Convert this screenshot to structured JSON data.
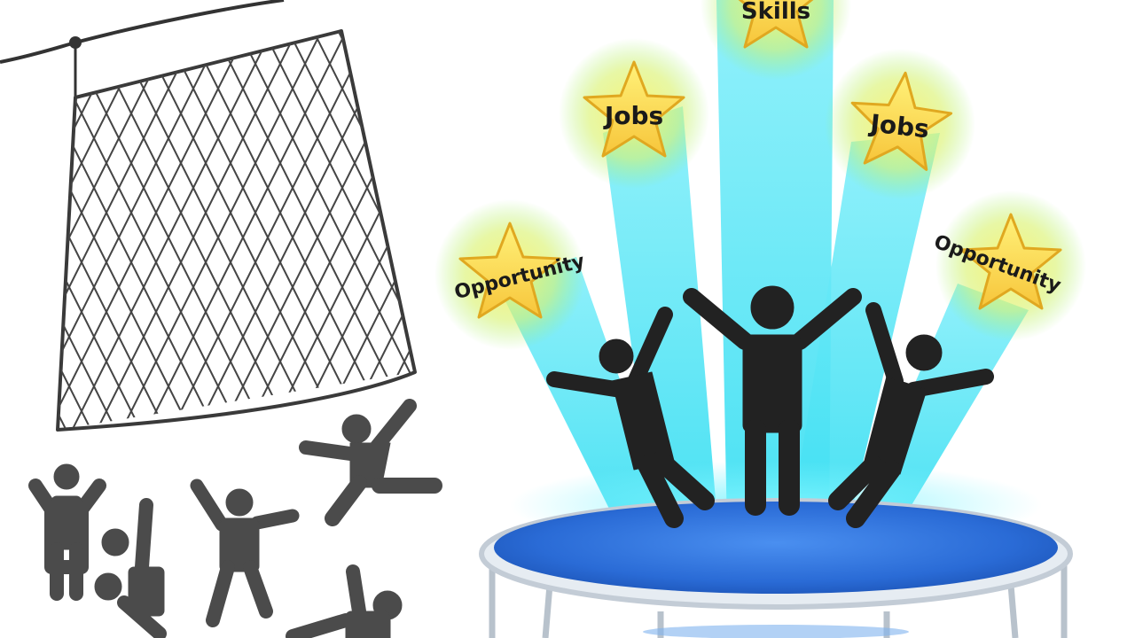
{
  "stars": [
    {
      "id": "skills",
      "label": "Skills"
    },
    {
      "id": "jobs-left",
      "label": "Jobs"
    },
    {
      "id": "jobs-right",
      "label": "Jobs"
    },
    {
      "id": "opportunity-left",
      "label": "Opportunity"
    },
    {
      "id": "opportunity-right",
      "label": "Opportunity"
    }
  ],
  "colors": {
    "beam": "#3fdff2",
    "star_fill": "#ffe55c",
    "star_glow": "#fff27a",
    "figure_dark": "#222222",
    "figure_grey": "#4a4a4a",
    "net_line": "#444444",
    "trampoline_top": "#2f73db",
    "trampoline_rim": "#dfe6ee"
  }
}
